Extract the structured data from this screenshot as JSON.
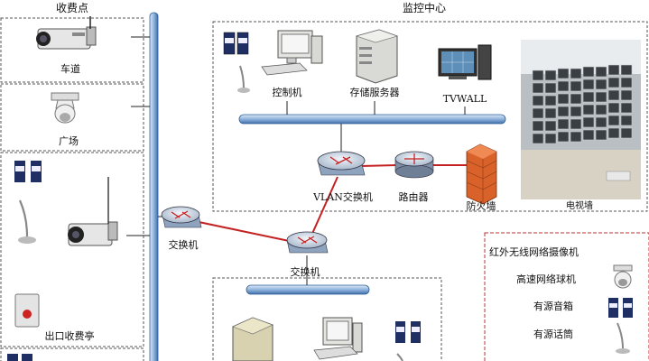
{
  "labels": {
    "toll_station": "收费点",
    "monitor_center": "监控中心",
    "lane": "车道",
    "plaza": "广场",
    "exit_booth": "出口收费亭",
    "control_pc": "控制机",
    "storage_server": "存储服务器",
    "tvwall": "TVWALL",
    "video_wall": "电视墙",
    "vlan_switch": "VLAN交换机",
    "router": "路由器",
    "firewall": "防火墙",
    "switch_left": "交换机",
    "switch_mid": "交换机"
  },
  "legend": {
    "items": [
      "红外无线网络摄像机",
      "高速网络球机",
      "有源音箱",
      "有源话筒"
    ]
  },
  "colors": {
    "bus_fill": "#9dbfe3",
    "bus_stroke": "#2e5d95",
    "red_link": "#c42222",
    "dashed_border": "#555555",
    "firewall": "#d9622b",
    "switch_fill": "#cfd9e6"
  }
}
